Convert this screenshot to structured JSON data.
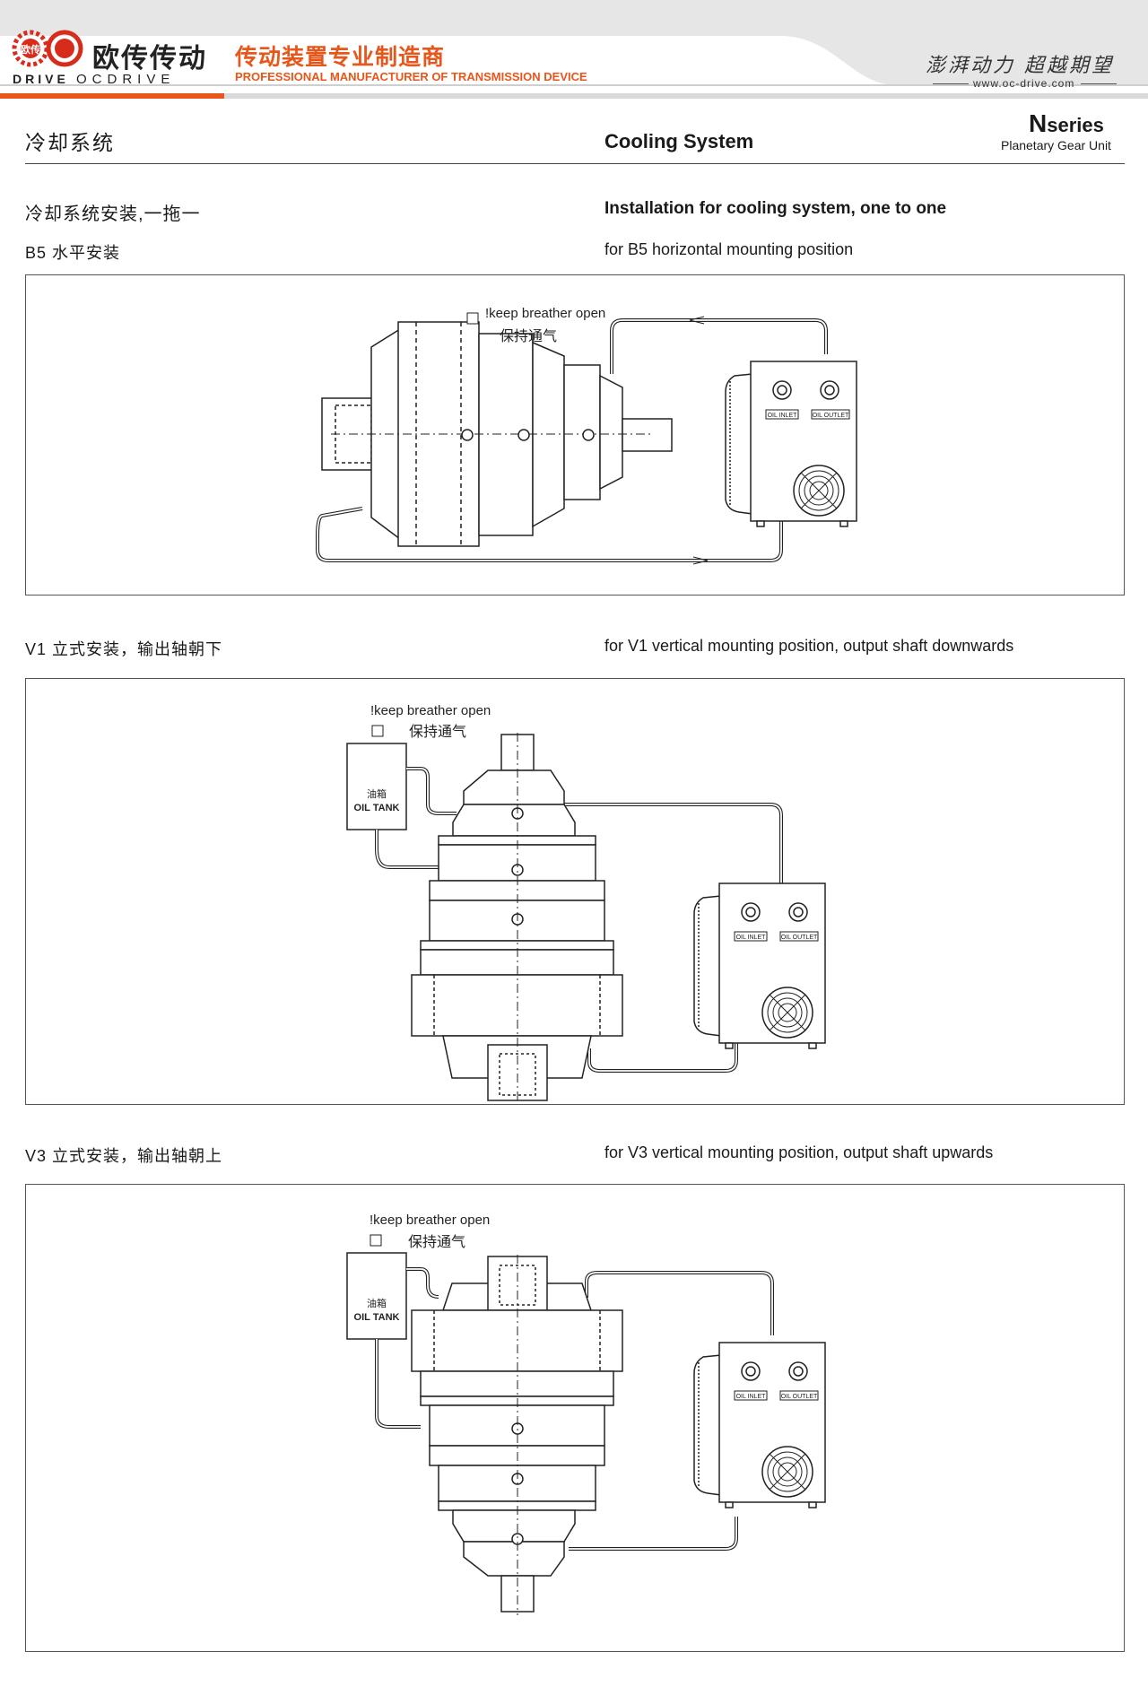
{
  "header": {
    "brand_cn": "欧传传动",
    "brand_en_left": "DRIVE",
    "brand_en_right": "OCDRIVE",
    "tagline_cn": "传动装置专业制造商",
    "tagline_en": "PROFESSIONAL MANUFACTURER OF TRANSMISSION DEVICE",
    "slogan": "澎湃动力 超越期望",
    "website": "www.oc-drive.com",
    "logo_mark": "OC",
    "logo_cn": "欧传",
    "accent_color": "#e7561a"
  },
  "title": {
    "cn": "冷却系统",
    "en": "Cooling System",
    "series": "N",
    "series_word": "series",
    "series_sub": "Planetary Gear Unit"
  },
  "intro": {
    "cn": "冷却系统安装,一拖一",
    "en": "Installation for cooling system, one to one"
  },
  "sections": [
    {
      "cn": "B5 水平安装",
      "en": "for B5 horizontal mounting position",
      "note_en": "!keep breather open",
      "note_cn": "保持通气",
      "oil_inlet": "OIL INLET",
      "oil_outlet": "OIL OUTLET"
    },
    {
      "cn": "V1 立式安装，输出轴朝下",
      "en": "for V1 vertical mounting position, output shaft downwards",
      "note_en": "!keep breather open",
      "note_cn": "保持通气",
      "tank_cn": "油箱",
      "tank_en": "OIL TANK",
      "oil_inlet": "OIL INLET",
      "oil_outlet": "OIL OUTLET"
    },
    {
      "cn": "V3 立式安装，输出轴朝上",
      "en": "for V3 vertical mounting position, output shaft upwards",
      "note_en": "!keep breather open",
      "note_cn": "保持通气",
      "tank_cn": "油箱",
      "tank_en": "OIL TANK",
      "oil_inlet": "OIL INLET",
      "oil_outlet": "OIL OUTLET"
    }
  ]
}
